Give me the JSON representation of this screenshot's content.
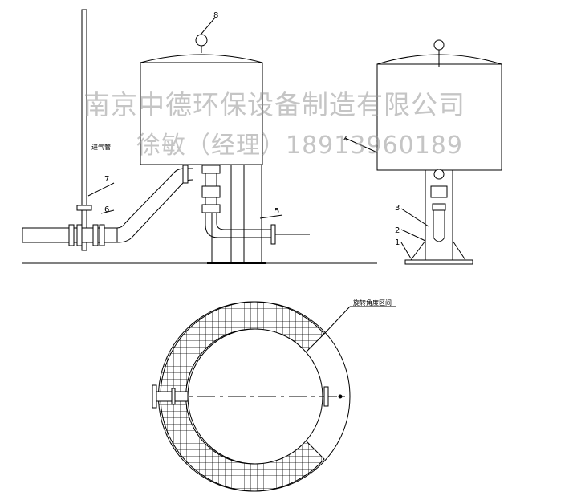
{
  "watermark": {
    "line1": "南京中德环保设备制造有限公司",
    "line2": "徐敏（经理）18913960189"
  },
  "callouts": {
    "n1": "1",
    "n2": "2",
    "n3": "3",
    "n4": "4",
    "n5": "5",
    "n6": "6",
    "n7": "7",
    "n8": "8",
    "vent_pipe": "进气管",
    "rotation_area": "旋转角度区间"
  }
}
